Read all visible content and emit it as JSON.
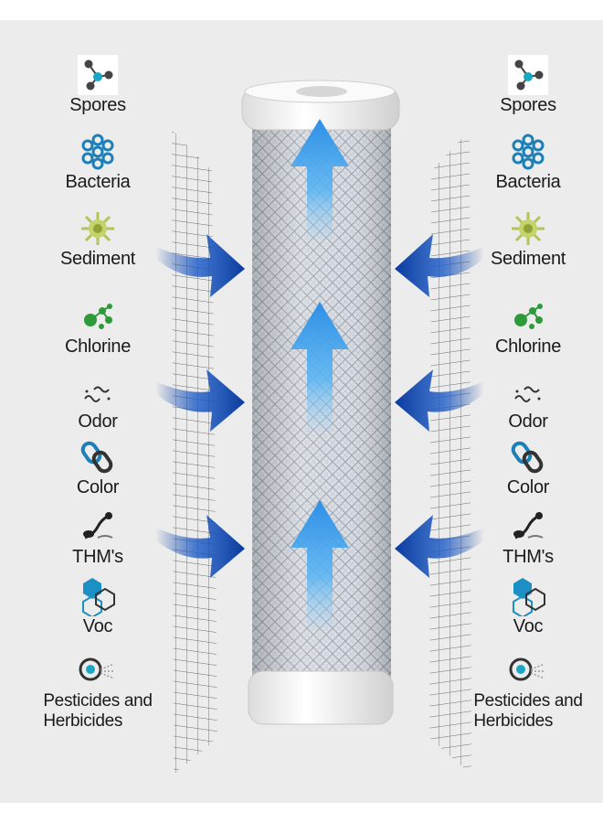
{
  "contaminants_left": [
    {
      "label": "Spores",
      "icon": "spores-icon"
    },
    {
      "label": "Bacteria",
      "icon": "bacteria-icon"
    },
    {
      "label": "Sediment",
      "icon": "sediment-icon"
    },
    {
      "label": "Chlorine",
      "icon": "chlorine-icon"
    },
    {
      "label": "Odor",
      "icon": "odor-icon"
    },
    {
      "label": "Color",
      "icon": "color-icon"
    },
    {
      "label": "THM's",
      "icon": "thm-icon"
    },
    {
      "label": "Voc",
      "icon": "voc-icon"
    },
    {
      "label": "Pesticides and\nHerbicides",
      "icon": "pesticides-icon"
    }
  ],
  "contaminants_right": [
    {
      "label": "Spores",
      "icon": "spores-icon"
    },
    {
      "label": "Bacteria",
      "icon": "bacteria-icon"
    },
    {
      "label": "Sediment",
      "icon": "sediment-icon"
    },
    {
      "label": "Chlorine",
      "icon": "chlorine-icon"
    },
    {
      "label": "Odor",
      "icon": "odor-icon"
    },
    {
      "label": "Color",
      "icon": "color-icon"
    },
    {
      "label": "THM's",
      "icon": "thm-icon"
    },
    {
      "label": "Voc",
      "icon": "voc-icon"
    },
    {
      "label": "Pesticides and\nHerbicides",
      "icon": "pesticides-icon"
    }
  ],
  "colors": {
    "background": "#ececec",
    "arrow_dark_blue": "#0a3a9e",
    "arrow_light_blue": "#3aa0ea",
    "filter_body": "#dfe3e8",
    "filter_cap": "#f7f7f7"
  }
}
